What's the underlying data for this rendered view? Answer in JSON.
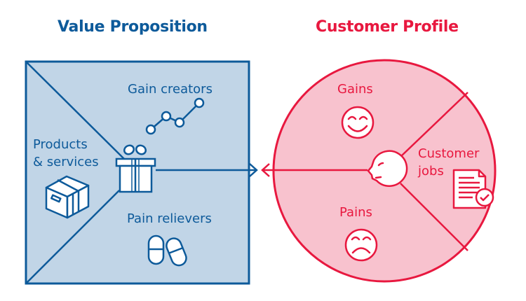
{
  "value_proposition": {
    "title": "Value Proposition",
    "sections": {
      "gain_creators": "Gain creators",
      "products_services_line1": "Products",
      "products_services_line2": "& services",
      "pain_relievers": "Pain relievers"
    },
    "icons": [
      "line-chart-icon",
      "gift-icon",
      "box-icon",
      "pills-icon"
    ]
  },
  "customer_profile": {
    "title": "Customer Profile",
    "sections": {
      "gains": "Gains",
      "customer_jobs_line1": "Customer",
      "customer_jobs_line2": "jobs",
      "pains": "Pains"
    },
    "icons": [
      "smiley-icon",
      "customer-head-icon",
      "document-check-icon",
      "sad-face-icon"
    ]
  },
  "colors": {
    "blue": "#0d5a9a",
    "blue_fill": "#c1d5e7",
    "red": "#e8183f",
    "red_fill": "#f8c2ce"
  }
}
